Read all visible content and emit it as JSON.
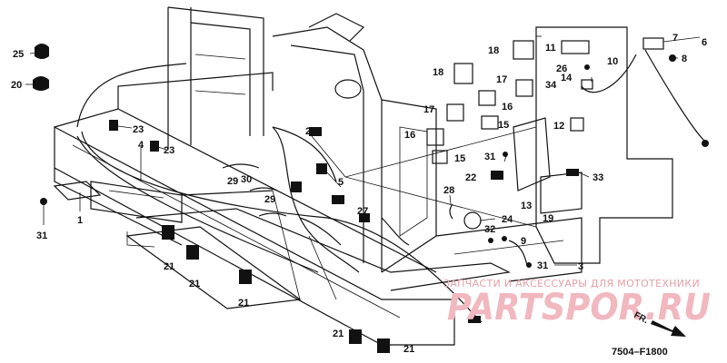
{
  "diagram": {
    "callouts": [
      {
        "id": "c25",
        "text": "25"
      },
      {
        "id": "c20",
        "text": "20"
      },
      {
        "id": "c23a",
        "text": "23"
      },
      {
        "id": "c23b",
        "text": "23"
      },
      {
        "id": "c4",
        "text": "4"
      },
      {
        "id": "c1",
        "text": "1"
      },
      {
        "id": "c31a",
        "text": "31"
      },
      {
        "id": "c21a",
        "text": "21"
      },
      {
        "id": "c21b",
        "text": "21"
      },
      {
        "id": "c21c",
        "text": "21"
      },
      {
        "id": "c21d",
        "text": "21"
      },
      {
        "id": "c21e",
        "text": "21"
      },
      {
        "id": "c30",
        "text": "30"
      },
      {
        "id": "c29a",
        "text": "29"
      },
      {
        "id": "c29b",
        "text": "29"
      },
      {
        "id": "c2",
        "text": "2"
      },
      {
        "id": "c5",
        "text": "5"
      },
      {
        "id": "c27",
        "text": "27"
      },
      {
        "id": "c18a",
        "text": "18"
      },
      {
        "id": "c18b",
        "text": "18"
      },
      {
        "id": "c17a",
        "text": "17"
      },
      {
        "id": "c17b",
        "text": "17"
      },
      {
        "id": "c16a",
        "text": "16"
      },
      {
        "id": "c16b",
        "text": "16"
      },
      {
        "id": "c15a",
        "text": "15"
      },
      {
        "id": "c15b",
        "text": "15"
      },
      {
        "id": "c31b",
        "text": "31"
      },
      {
        "id": "c22",
        "text": "22"
      },
      {
        "id": "c28",
        "text": "28"
      },
      {
        "id": "c24",
        "text": "24"
      },
      {
        "id": "c32",
        "text": "32"
      },
      {
        "id": "c9",
        "text": "9"
      },
      {
        "id": "c31c",
        "text": "31"
      },
      {
        "id": "c3",
        "text": "3"
      },
      {
        "id": "c11",
        "text": "11"
      },
      {
        "id": "c26",
        "text": "26"
      },
      {
        "id": "c14",
        "text": "14"
      },
      {
        "id": "c34",
        "text": "34"
      },
      {
        "id": "c10",
        "text": "10"
      },
      {
        "id": "c12",
        "text": "12"
      },
      {
        "id": "c7",
        "text": "7"
      },
      {
        "id": "c6",
        "text": "6"
      },
      {
        "id": "c8",
        "text": "8"
      },
      {
        "id": "c33",
        "text": "33"
      },
      {
        "id": "c13",
        "text": "13"
      },
      {
        "id": "c19",
        "text": "19"
      }
    ],
    "watermark_caption": "ЗАПЧАСТИ И АКСЕССУАРЫ ДЛЯ МОТОТЕХНИКИ",
    "watermark_logo": "PARTSPOR.RU",
    "direction_label": "FR.",
    "figure_code": "7504–F1800"
  }
}
